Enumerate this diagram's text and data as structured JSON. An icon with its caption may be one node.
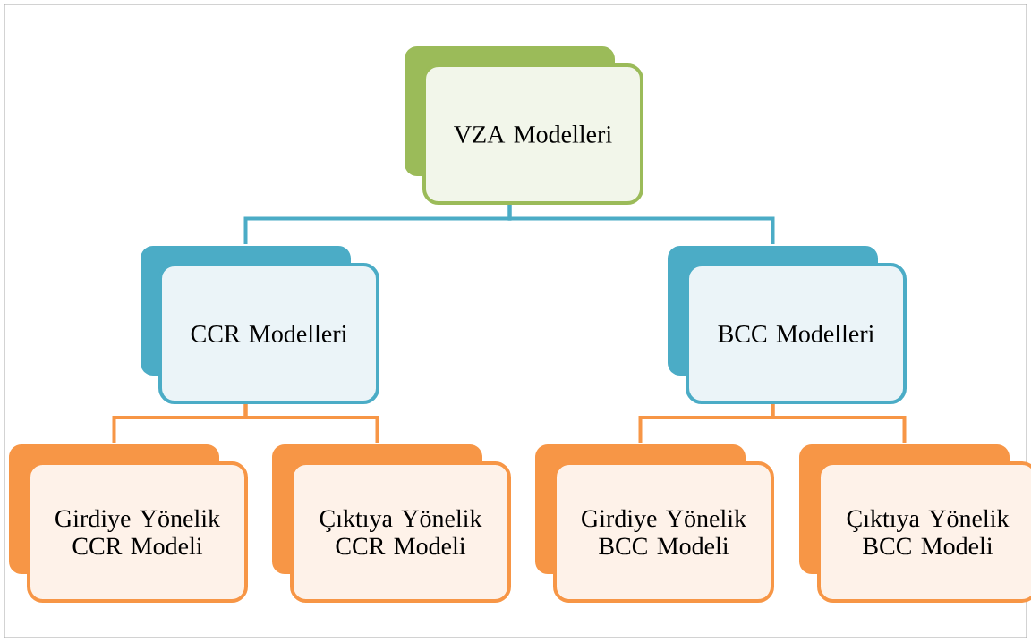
{
  "diagram": {
    "nodes": [
      {
        "text": [
          "VZA Modelleri"
        ]
      },
      {
        "text": [
          "CCR Modelleri"
        ]
      },
      {
        "text": [
          "BCC Modelleri"
        ]
      },
      {
        "text": [
          "Girdiye Yönelik CCR Modeli"
        ]
      },
      {
        "text": [
          "Çıktıya Yönelik CCR Modeli"
        ]
      },
      {
        "text": [
          "Girdiye Yönelik BCC Modeli"
        ]
      },
      {
        "text": [
          "Çıktıya Yönelik BCC Modeli"
        ]
      }
    ],
    "edges": [
      {
        "from": 0,
        "to": 1,
        "arrow": "none",
        "color": "#4bacc6"
      },
      {
        "from": 0,
        "to": 2,
        "arrow": "none",
        "color": "#4bacc6"
      },
      {
        "from": 1,
        "to": 3,
        "arrow": "none"
      },
      {
        "from": 1,
        "to": 4,
        "arrow": "none"
      },
      {
        "from": 2,
        "to": 5,
        "arrow": "none"
      },
      {
        "from": 2,
        "to": 6,
        "arrow": "none"
      }
    ]
  }
}
